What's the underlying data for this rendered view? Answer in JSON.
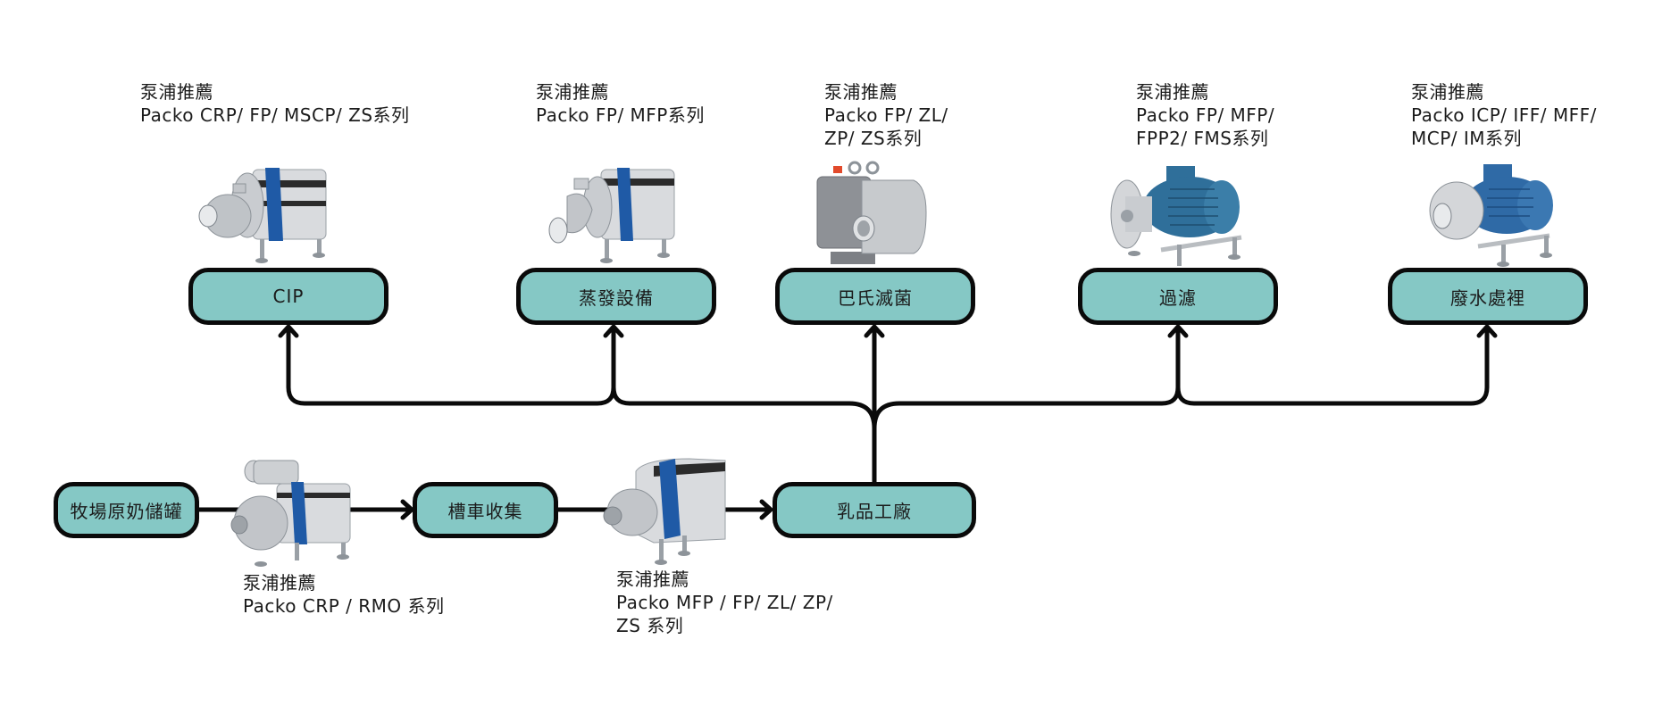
{
  "colors": {
    "node_fill": "#85C8C5",
    "node_border": "#0a0a0a",
    "line": "#0a0a0a",
    "band_blue": "#1f5aa6",
    "motor_blue": "#2f6f9a"
  },
  "source_chain": [
    {
      "id": "farm",
      "label": "牧場原奶儲罐"
    },
    {
      "id": "tanker",
      "label": "槽車收集"
    },
    {
      "id": "factory",
      "label": "乳品工廠"
    }
  ],
  "destinations": [
    {
      "id": "cip",
      "label": "CIP",
      "rec_title": "泵浦推薦",
      "rec_lines": [
        "Packo CRP/ FP/ MSCP/ ZS系列"
      ],
      "pump": "centrifugal-pump"
    },
    {
      "id": "evap",
      "label": "蒸發設備",
      "rec_title": "泵浦推薦",
      "rec_lines": [
        "Packo  FP/ MFP系列"
      ],
      "pump": "centrifugal-pump"
    },
    {
      "id": "pasteur",
      "label": "巴氏滅菌",
      "rec_title": "泵浦推薦",
      "rec_lines": [
        "Packo  FP/ ZL/",
        "ZP/ ZS系列"
      ],
      "pump": "lobe-pump"
    },
    {
      "id": "filter",
      "label": "過濾",
      "rec_title": "泵浦推薦",
      "rec_lines": [
        "Packo  FP/ MFP/",
        "FPP2/ FMS系列"
      ],
      "pump": "motor-pump"
    },
    {
      "id": "waste",
      "label": "廢水處裡",
      "rec_title": "泵浦推薦",
      "rec_lines": [
        "Packo ICP/ IFF/ MFF/",
        "MCP/ IM系列"
      ],
      "pump": "motor-pump"
    }
  ],
  "chain_recommendations": [
    {
      "between": "farm-tanker",
      "rec_title": "泵浦推薦",
      "rec_lines": [
        "Packo CRP / RMO 系列"
      ],
      "pump": "self-priming-pump"
    },
    {
      "between": "tanker-factory",
      "rec_title": "泵浦推薦",
      "rec_lines": [
        "Packo MFP / FP/ ZL/ ZP/",
        "ZS 系列"
      ],
      "pump": "centrifugal-pump"
    }
  ]
}
